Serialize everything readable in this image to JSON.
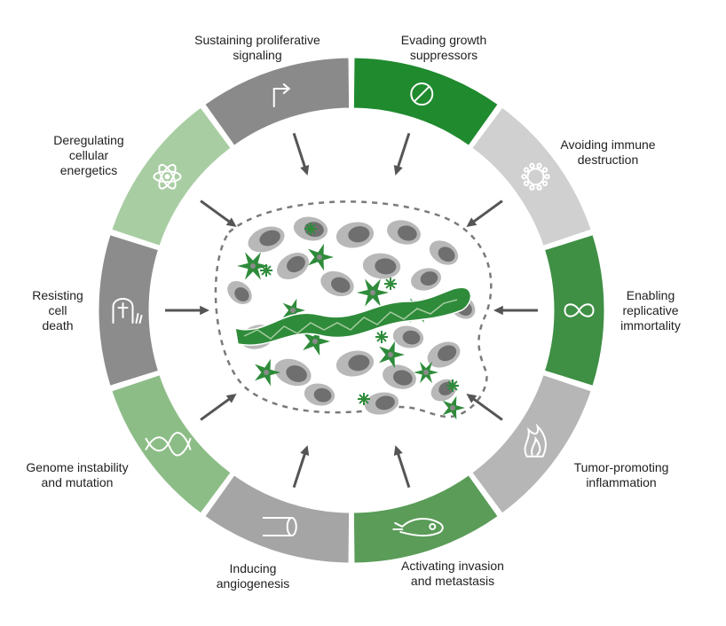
{
  "colors": {
    "dark_gray": "#8a8a8a",
    "mid_gray": "#a8a8a8",
    "light_gray": "#cfcfcf",
    "dark_green": "#1f8a2e",
    "mid_green": "#4f9a4f",
    "light_green": "#8fbf86",
    "pale_green": "#a9cda3",
    "arrow": "#555555",
    "dashed_outline": "#7a7a7a"
  },
  "hallmarks": [
    {
      "key": "sustaining",
      "lines": [
        "Sustaining proliferative",
        "signaling"
      ],
      "icon": "bent-arrow-icon",
      "color": "#8a8a8a"
    },
    {
      "key": "evading",
      "lines": [
        "Evading growth",
        "suppressors"
      ],
      "icon": "prohibited-icon",
      "color": "#1f8a2e"
    },
    {
      "key": "immune",
      "lines": [
        "Avoiding immune",
        "destruction"
      ],
      "icon": "immune-cell-icon",
      "color": "#d0d0d0"
    },
    {
      "key": "immortality",
      "lines": [
        "Enabling",
        "replicative",
        "immortality"
      ],
      "icon": "infinity-icon",
      "color": "#3f8f45"
    },
    {
      "key": "inflammation",
      "lines": [
        "Tumor-promoting",
        "inflammation"
      ],
      "icon": "flame-icon",
      "color": "#b6b6b6"
    },
    {
      "key": "invasion",
      "lines": [
        "Activating invasion",
        "and metastasis"
      ],
      "icon": "migrating-cell-icon",
      "color": "#5a9c58"
    },
    {
      "key": "angiogenesis",
      "lines": [
        "Inducing",
        "angiogenesis"
      ],
      "icon": "blood-vessel-icon",
      "color": "#a5a5a5"
    },
    {
      "key": "genome",
      "lines": [
        "Genome instability",
        "and mutation"
      ],
      "icon": "dna-icon",
      "color": "#8dbd87"
    },
    {
      "key": "death",
      "lines": [
        "Resisting",
        "cell",
        "death"
      ],
      "icon": "grave-icon",
      "color": "#8c8c8c"
    },
    {
      "key": "energetics",
      "lines": [
        "Deregulating",
        "cellular",
        "energetics"
      ],
      "icon": "atom-icon",
      "color": "#a9cda3"
    }
  ]
}
